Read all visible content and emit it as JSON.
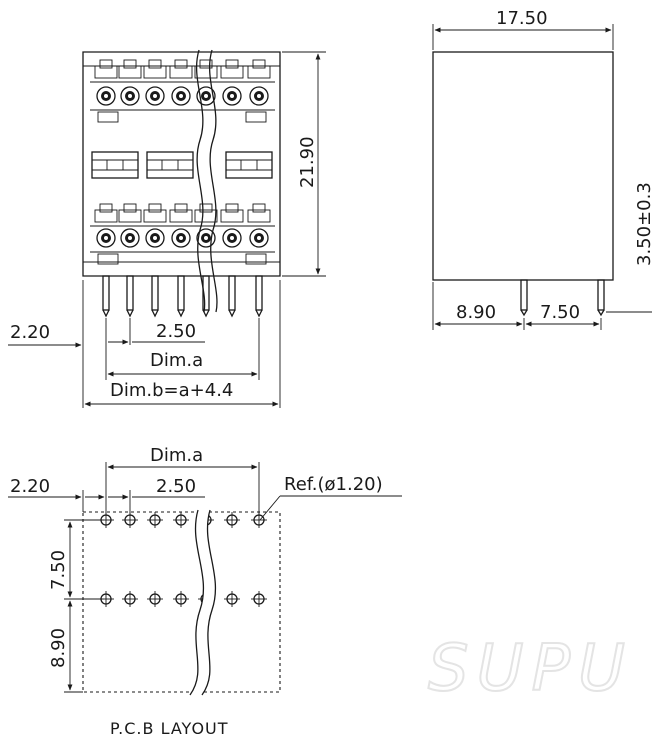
{
  "front_view": {
    "dim_height": "21.90",
    "dim_offset": "2.20",
    "dim_pitch": "2.50",
    "dim_a": "Dim.a",
    "dim_b": "Dim.b=a+4.4"
  },
  "side_view": {
    "dim_width": "17.50",
    "dim_left": "8.90",
    "dim_spacing": "7.50",
    "dim_pin_length": "3.50±0.3"
  },
  "pcb_layout": {
    "dim_a": "Dim.a",
    "dim_offset": "2.20",
    "dim_pitch": "2.50",
    "ref_hole": "Ref.(ø1.20)",
    "dim_row_spacing": "7.50",
    "dim_bottom": "8.90",
    "title": "P.C.B LAYOUT"
  },
  "watermark": "SUPU",
  "colors": {
    "line": "#1a1a1a",
    "background": "#ffffff",
    "watermark": "#e4e4e4"
  }
}
